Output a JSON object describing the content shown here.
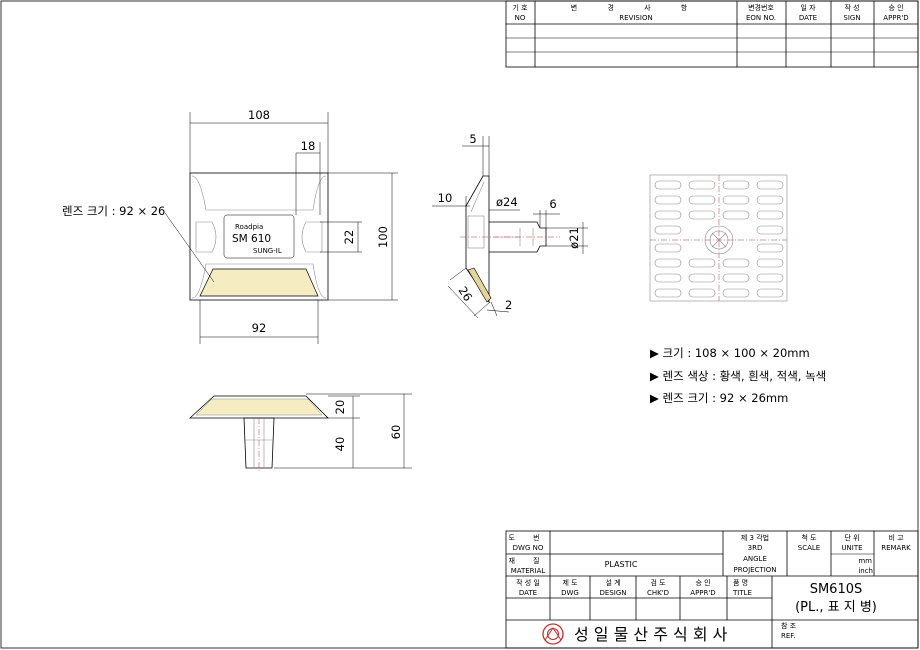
{
  "revision_block": {
    "headers": [
      {
        "ko": "기 호",
        "en": "NO"
      },
      {
        "ko": "변 경 사 항",
        "en": "REVISION"
      },
      {
        "ko": "변경번호",
        "en": "EON NO."
      },
      {
        "ko": "일 자",
        "en": "DATE"
      },
      {
        "ko": "작 성",
        "en": "SIGN"
      },
      {
        "ko": "승 인",
        "en": "APPR'D"
      }
    ]
  },
  "front_view": {
    "dim_width": "108",
    "dim_height": "100",
    "dim_small": "18",
    "dim_lens_height": "22",
    "dim_lens_width": "92",
    "lens_callout": "렌즈 크기 : 92 × 26",
    "label_brand": "Roadpia",
    "label_model": "SM 610",
    "label_maker": "SUNG-IL"
  },
  "side_view": {
    "dim_top": "5",
    "dim_left": "10",
    "dim_stem_dia": "ø24",
    "dim_stem_len": "6",
    "dim_tip_dia": "ø21",
    "dim_lens": "26",
    "dim_thick": "2"
  },
  "bottom_view": {
    "dim_body": "20",
    "dim_stem": "40",
    "dim_total": "60"
  },
  "specs": [
    {
      "bullet": "▶",
      "text": "크기 : 108 × 100 × 20mm"
    },
    {
      "bullet": "▶",
      "text": "렌즈 색상 : 황색, 흰색, 적색, 녹색"
    },
    {
      "bullet": "▶",
      "text": "렌즈 크기 : 92 × 26mm"
    }
  ],
  "title_block": {
    "dwg_no_ko": "도 번",
    "dwg_no_en": "DWG NO",
    "material_ko": "재 질",
    "material_en": "MATERIAL",
    "material_value": "PLASTIC",
    "angle_ko": "제 3 각법",
    "angle_en1": "3RD",
    "angle_en2": "ANGLE",
    "angle_en3": "PROJECTION",
    "scale_ko": "척 도",
    "scale_en": "SCALE",
    "unit_ko": "단 위",
    "unit_en": "UNITE",
    "unit_mm": "mm",
    "unit_inch": "inch",
    "remark_ko": "비 고",
    "remark_en": "REMARK",
    "date_ko": "작 성 일",
    "date_en": "DATE",
    "dwg_ko": "제 도",
    "dwg_en": "DWG",
    "design_ko": "설 계",
    "design_en": "DESIGN",
    "chkd_ko": "검 도",
    "chkd_en": "CHK'D",
    "apprd_ko": "승 인",
    "apprd_en": "APPR'D",
    "title_ko": "품 명",
    "title_en": "TITLE",
    "title_value1": "SM610S",
    "title_value2": "(PL., 표 지 병)",
    "company": "성 일 물 산 주 식 회 사",
    "ref_ko": "참 조",
    "ref_en": "REF."
  }
}
